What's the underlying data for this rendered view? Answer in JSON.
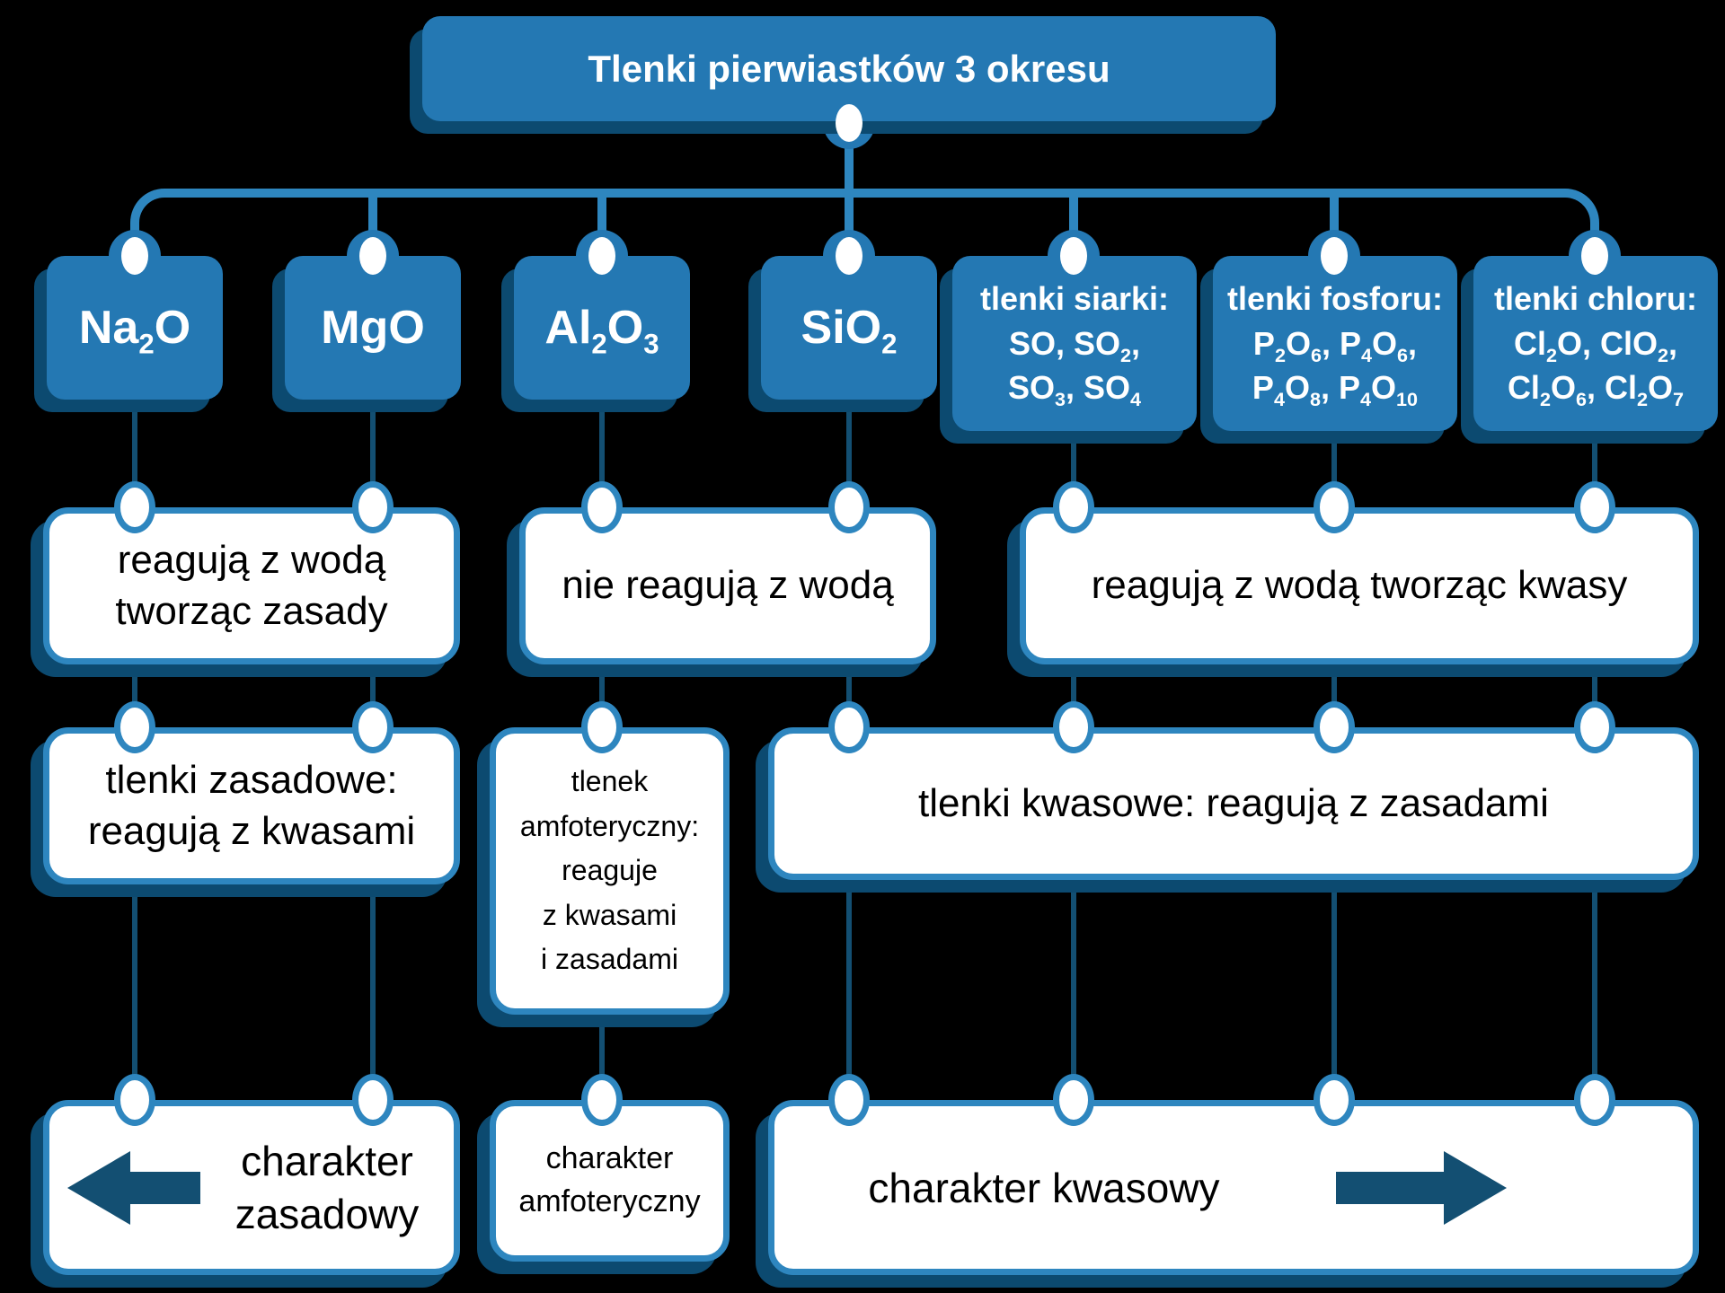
{
  "title": "Tlenki pierwiastków 3 okresu",
  "oxides": [
    {
      "label": "Na₂O"
    },
    {
      "label": "MgO"
    },
    {
      "label": "Al₂O₃"
    },
    {
      "label": "SiO₂"
    },
    {
      "group": "tlenki siarki:",
      "formulas": "SO, SO₂,\nSO₃, SO₄"
    },
    {
      "group": "tlenki fosforu:",
      "formulas": "P₂O₆, P₄O₆,\nP₄O₈, P₄O₁₀"
    },
    {
      "group": "tlenki chloru:",
      "formulas": "Cl₂O, ClO₂,\nCl₂O₆, Cl₂O₇"
    }
  ],
  "water_reaction": {
    "basic": "reagują z wodą\ntworząc zasady",
    "none": "nie reagują z wodą",
    "acidic": "reagują z wodą tworząc kwasy"
  },
  "oxide_type": {
    "basic": "tlenki zasadowe:\nreagują z kwasami",
    "amphoteric": "tlenek\namfoteryczny:\nreaguje\nz kwasami\ni zasadami",
    "acidic": "tlenki kwasowe: reagują z zasadami"
  },
  "character": {
    "basic": "charakter\nzasadowy",
    "amphoteric": "charakter\namfoteryczny",
    "acidic": "charakter kwasowy"
  },
  "colors": {
    "box_blue": "#2478b3",
    "line_blue": "#2e86bf",
    "shadow_navy": "#0c4a70",
    "connector_navy": "#134f72",
    "text_on_blue": "#ffffff",
    "text_on_white": "#000000",
    "background": "#000000"
  }
}
